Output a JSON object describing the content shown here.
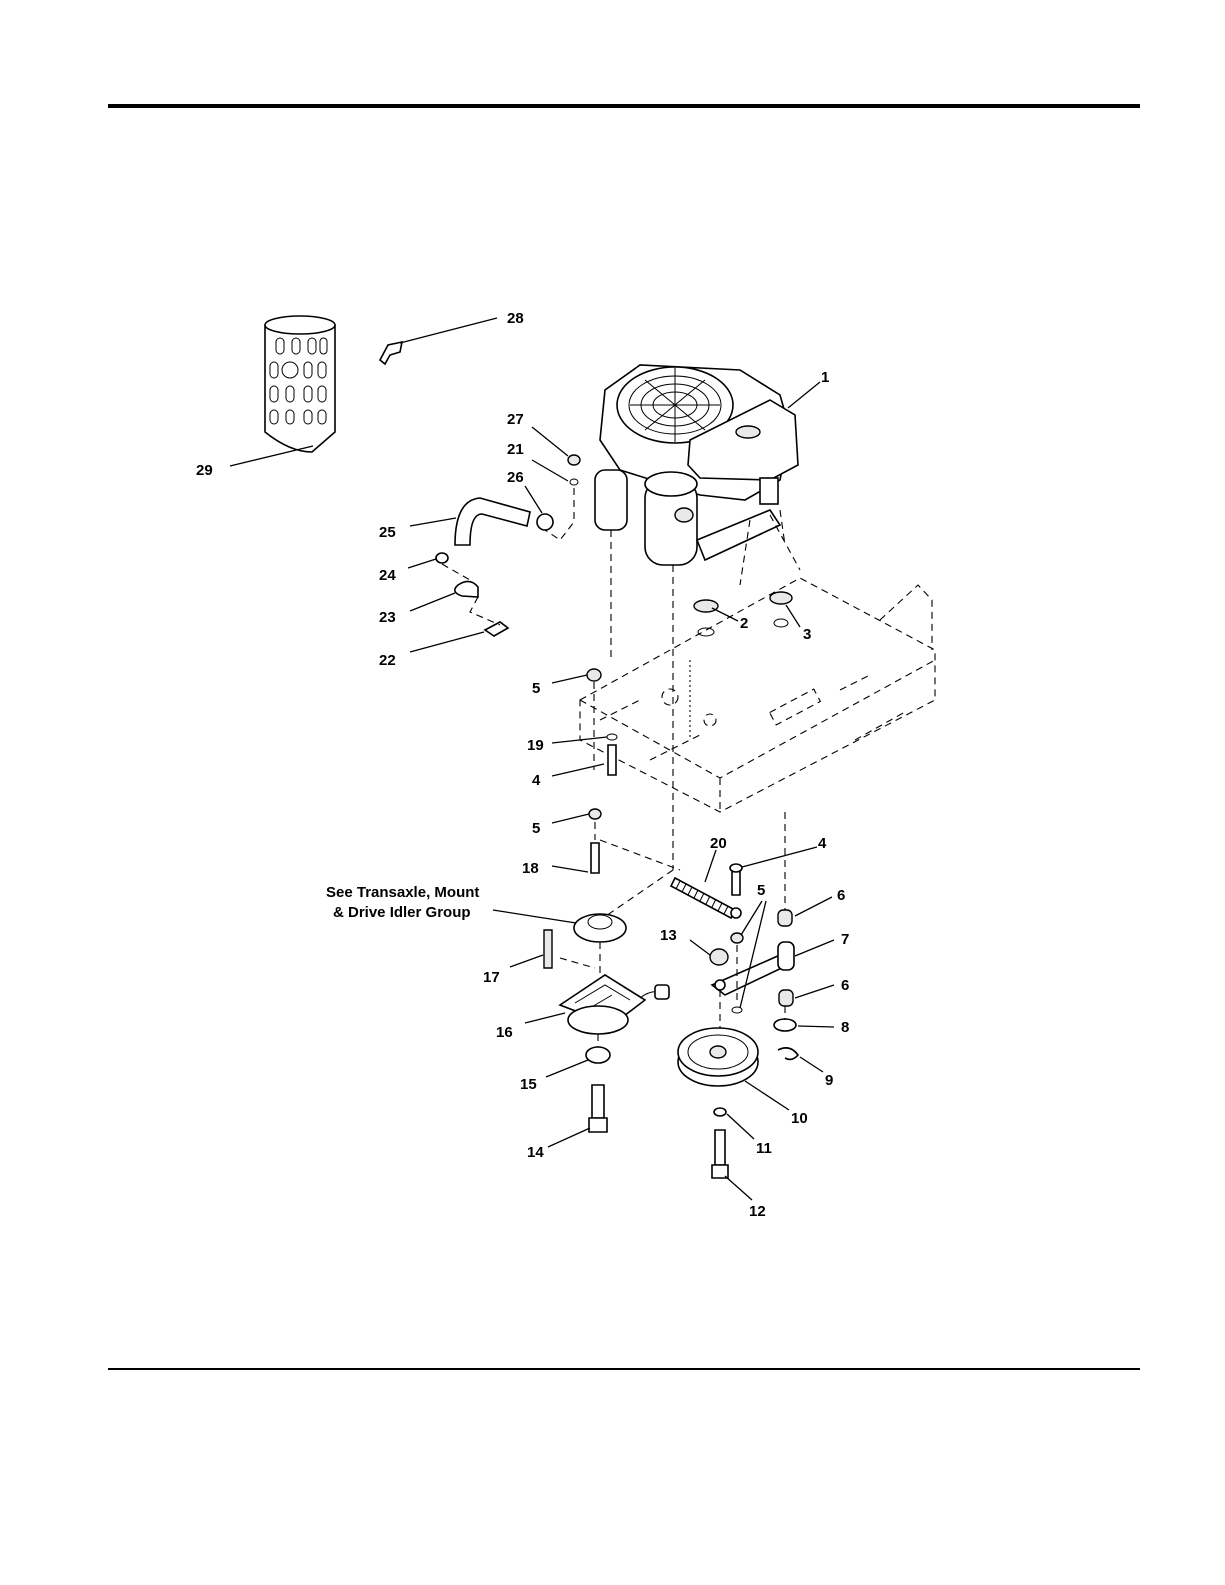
{
  "callouts": [
    "28",
    "29",
    "1",
    "27",
    "21",
    "26",
    "25",
    "24",
    "23",
    "22",
    "2",
    "3",
    "5",
    "19",
    "4",
    "5",
    "18",
    "20",
    "4",
    "5",
    "6",
    "7",
    "6",
    "8",
    "9",
    "13",
    "17",
    "16",
    "15",
    "14",
    "10",
    "11",
    "12"
  ],
  "note": {
    "line1": "See Transaxle, Mount",
    "line2": "& Drive Idler Group"
  }
}
